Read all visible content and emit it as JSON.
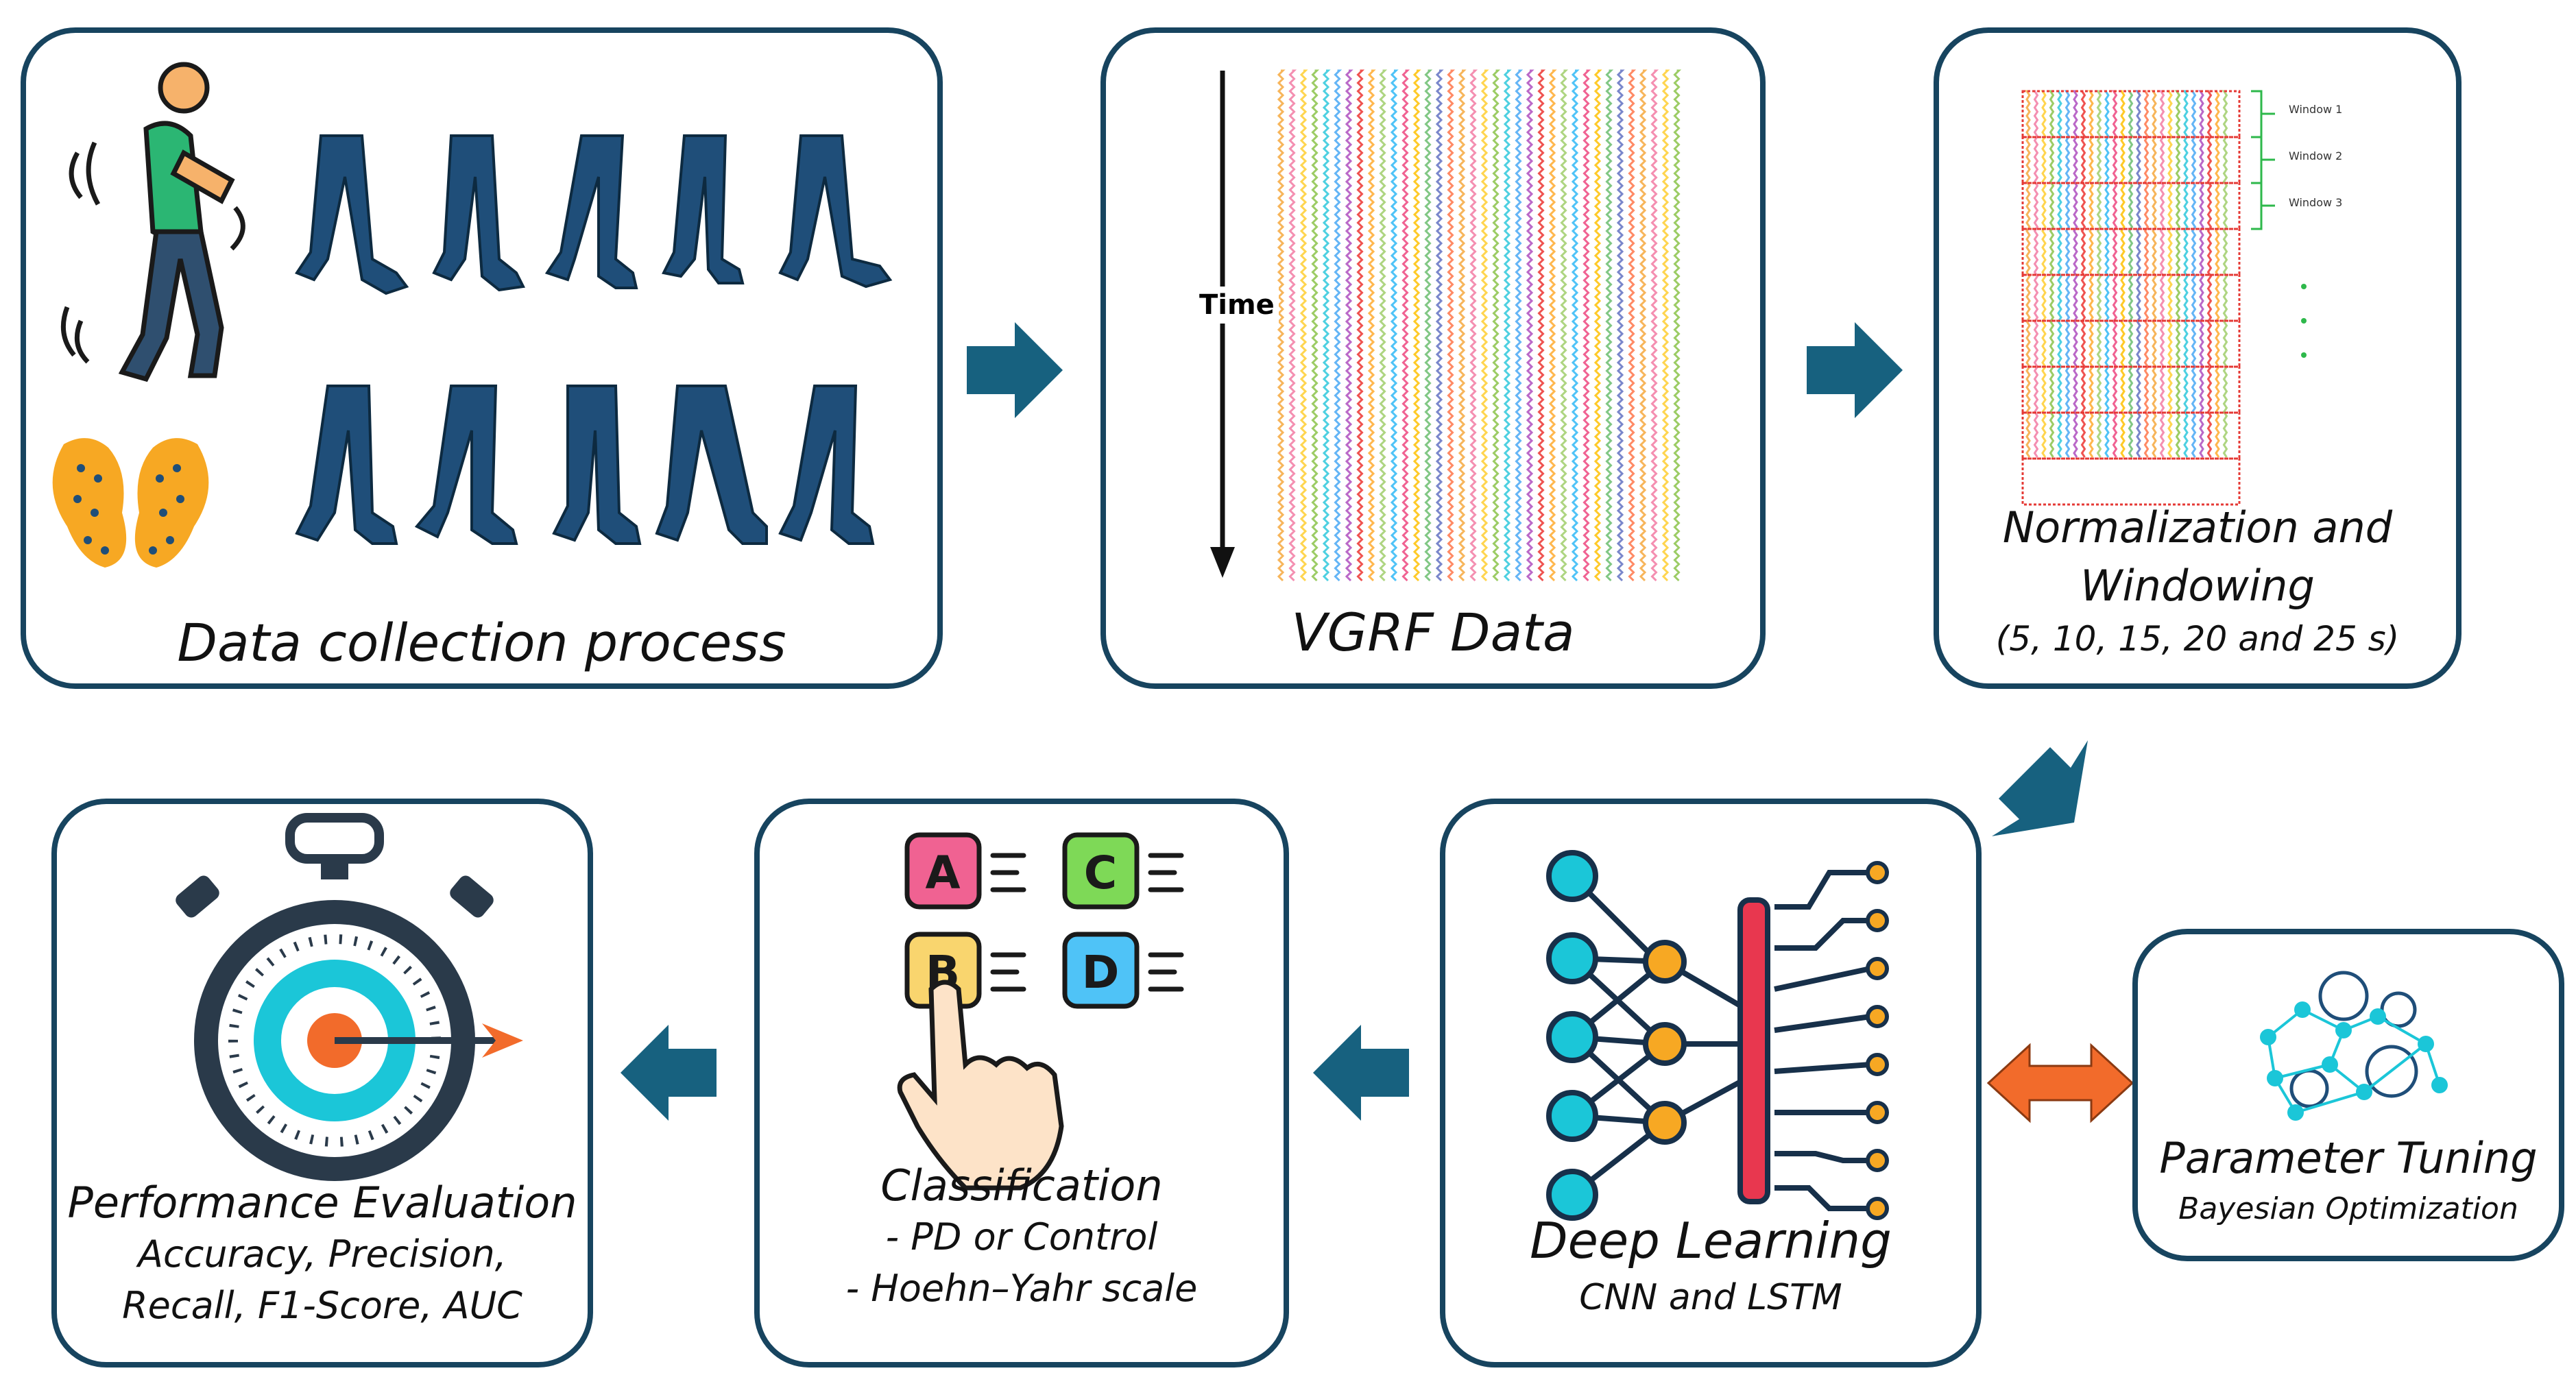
{
  "data_collection": {
    "title": "Data collection process"
  },
  "vgrf": {
    "title": "VGRF Data",
    "axis_label": "Time"
  },
  "windowing": {
    "title_line1": "Normalization and",
    "title_line2": "Windowing",
    "subtitle": "(5, 10, 15, 20 and 25 s)",
    "window_labels": [
      "Window 1",
      "Window 2",
      "Window 3"
    ]
  },
  "deep_learning": {
    "title": "Deep Learning",
    "subtitle": "CNN and LSTM"
  },
  "parameter_tuning": {
    "title": "Parameter Tuning",
    "subtitle": "Bayesian Optimization"
  },
  "classification": {
    "title": "Classification",
    "items": [
      "- PD or Control",
      "- Hoehn–Yahr scale"
    ],
    "letters": [
      "A",
      "C",
      "B",
      "D"
    ]
  },
  "performance": {
    "title": "Performance Evaluation",
    "metrics_line1": "Accuracy, Precision,",
    "metrics_line2": "Recall, F1-Score, AUC"
  },
  "colors": {
    "border": "#17445f",
    "arrow": "#17617f",
    "tuning_arrow": "#f26b2b",
    "accent_teal": "#1bc6d8",
    "accent_orange": "#f7941d"
  }
}
